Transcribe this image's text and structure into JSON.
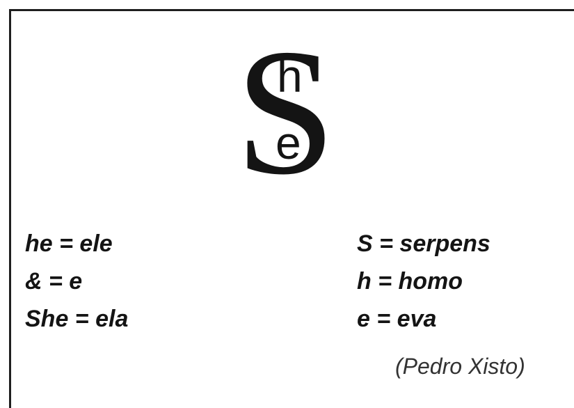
{
  "logo": {
    "big_letter": "S",
    "top_letter": "h",
    "bottom_letter": "e"
  },
  "left_column": {
    "lines": [
      "he = ele",
      "& = e",
      "She = ela"
    ]
  },
  "right_column": {
    "lines": [
      "S = serpens",
      "h = homo",
      "e = eva"
    ]
  },
  "credit": "(Pedro Xisto)"
}
